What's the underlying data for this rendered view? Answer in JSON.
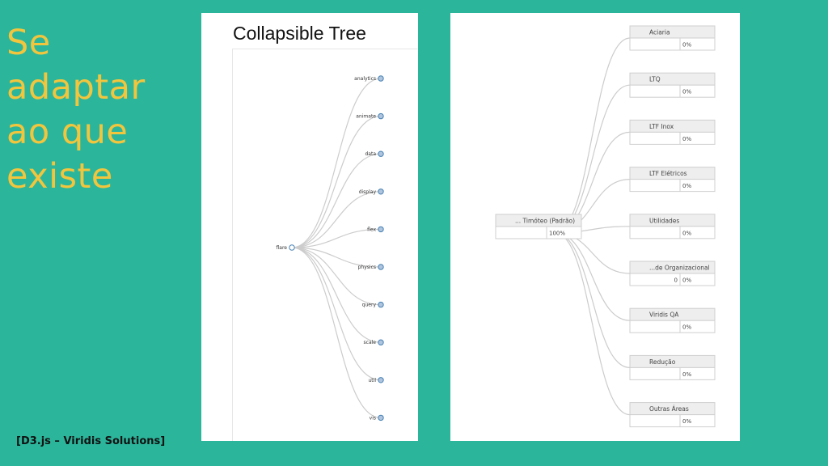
{
  "headline": [
    "Se",
    "adaptar",
    "ao que",
    "existe"
  ],
  "credit": "[D3.js – Viridis Solutions]",
  "left_panel": {
    "title": "Collapsible Tree",
    "root": "flare",
    "children": [
      "analytics",
      "animate",
      "data",
      "display",
      "flex",
      "physics",
      "query",
      "scale",
      "util",
      "vis"
    ]
  },
  "right_panel": {
    "root": {
      "title": "... Timóteo (Padrão)",
      "value_left": "",
      "value_right": "100%"
    },
    "children": [
      {
        "title": "Aciaria",
        "value_left": "",
        "value_right": "0%"
      },
      {
        "title": "LTQ",
        "value_left": "",
        "value_right": "0%"
      },
      {
        "title": "LTF Inox",
        "value_left": "",
        "value_right": "0%"
      },
      {
        "title": "LTF Elétricos",
        "value_left": "",
        "value_right": "0%"
      },
      {
        "title": "Utilidades",
        "value_left": "",
        "value_right": "0%"
      },
      {
        "title": "...de Organizacional",
        "value_left": "0",
        "value_right": "0%"
      },
      {
        "title": "Viridis QA",
        "value_left": "",
        "value_right": "0%"
      },
      {
        "title": "Redução",
        "value_left": "",
        "value_right": "0%"
      },
      {
        "title": "Outras Áreas",
        "value_left": "",
        "value_right": "0%"
      }
    ]
  },
  "colors": {
    "background": "#2bb69c",
    "headline": "#f2c53d",
    "node_fill": "#b0c4de",
    "node_stroke": "#4682b4",
    "link": "#cccccc",
    "box_header": "#eeeeee"
  }
}
